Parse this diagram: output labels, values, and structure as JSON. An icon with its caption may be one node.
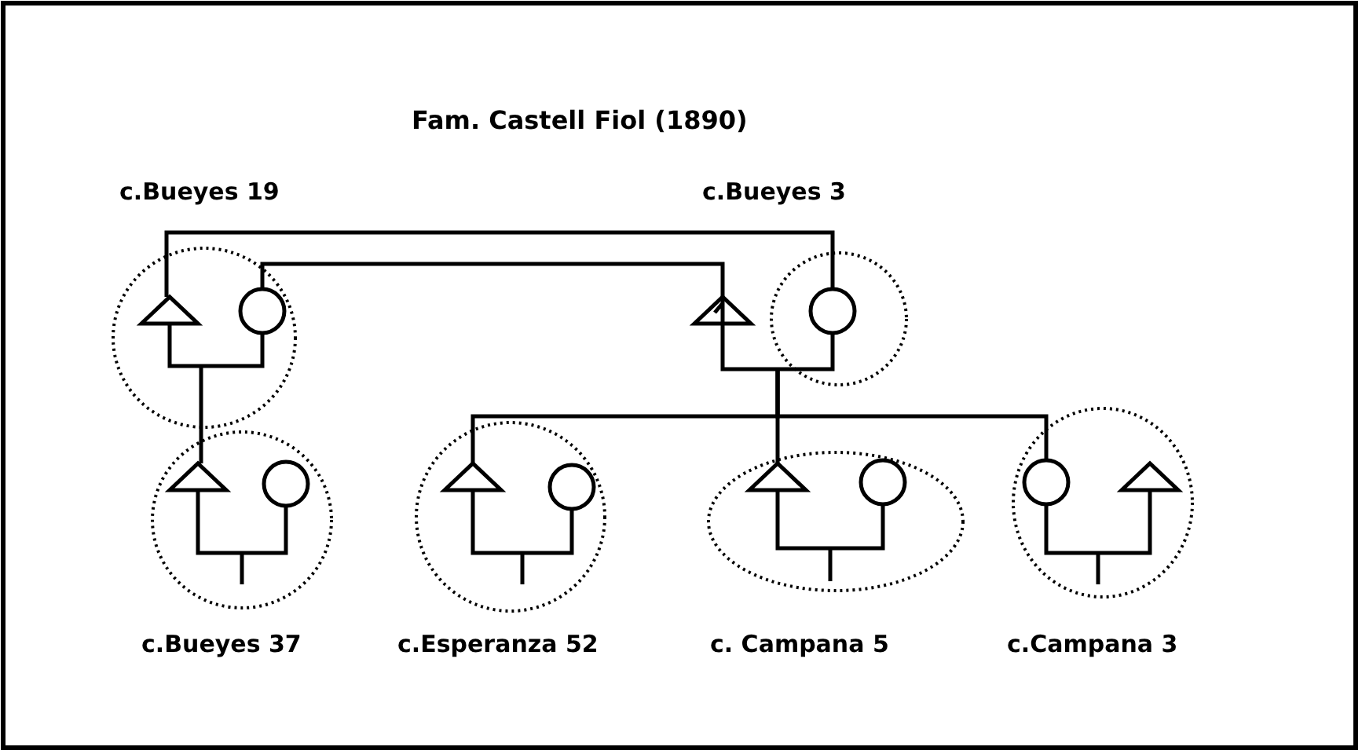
{
  "diagram": {
    "title": "Fam. Castell Fiol (1890)",
    "nodes": [
      {
        "text": [
          "c.Bueyes 19"
        ]
      },
      {
        "text": [],
        "shape": "triangle",
        "in": 0
      },
      {
        "text": [],
        "shape": "circle",
        "in": 0
      },
      {
        "text": [],
        "shape": "triangle"
      },
      {
        "text": [
          "c.Bueyes 3"
        ]
      },
      {
        "text": [],
        "shape": "circle",
        "in": 4
      },
      {
        "text": [
          "c.Bueyes 37"
        ]
      },
      {
        "text": [],
        "shape": "triangle",
        "in": 6
      },
      {
        "text": [],
        "shape": "circle",
        "in": 6
      },
      {
        "text": [
          "c.Esperanza 52"
        ]
      },
      {
        "text": [],
        "shape": "triangle",
        "in": 9
      },
      {
        "text": [],
        "shape": "circle",
        "in": 9
      },
      {
        "text": [
          "c. Campana 5"
        ]
      },
      {
        "text": [],
        "shape": "triangle",
        "in": 12
      },
      {
        "text": [],
        "shape": "circle",
        "in": 12
      },
      {
        "text": [
          "c.Campana 3"
        ]
      },
      {
        "text": [],
        "shape": "circle",
        "in": 15
      },
      {
        "text": [],
        "shape": "triangle",
        "in": 15
      }
    ],
    "edges": [
      {
        "from": 1,
        "to": 5,
        "arrow": "none"
      },
      {
        "from": 2,
        "to": 3,
        "arrow": "none"
      },
      {
        "from": 1,
        "to": 2,
        "arrow": "none"
      },
      {
        "from": 3,
        "to": 5,
        "arrow": "none"
      },
      {
        "from": 7,
        "to": 8,
        "arrow": "none"
      },
      {
        "from": 10,
        "to": 11,
        "arrow": "none"
      },
      {
        "from": 13,
        "to": 14,
        "arrow": "none"
      },
      {
        "from": 16,
        "to": 17,
        "arrow": "none"
      },
      {
        "from": 0,
        "to": 7,
        "arrow": "none"
      },
      {
        "from": 4,
        "to": 10,
        "arrow": "none"
      },
      {
        "from": 4,
        "to": 13,
        "arrow": "none"
      },
      {
        "from": 4,
        "to": 16,
        "arrow": "none"
      }
    ]
  }
}
